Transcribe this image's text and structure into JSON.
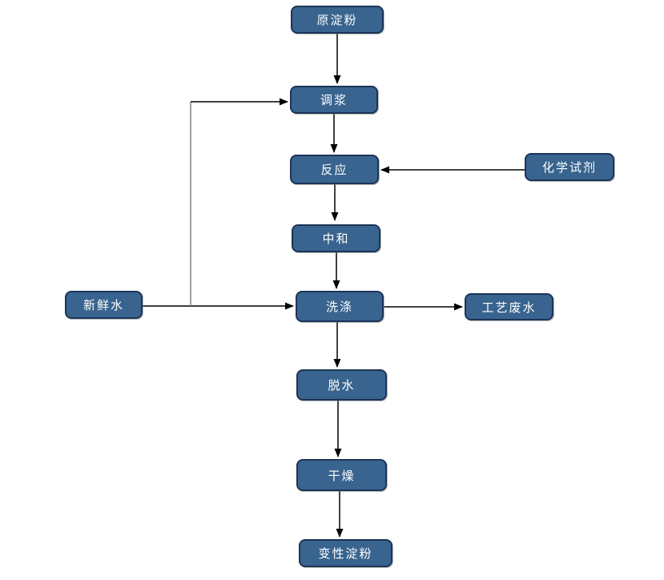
{
  "diagram_title": "Modified starch production process flowchart",
  "colors": {
    "node_fill": "#39648F",
    "node_border": "#1C3557",
    "node_text": "#FFFFFF",
    "edge_color": "#000000",
    "branch_color": "#808080",
    "page_bg": "#FFFFFF"
  },
  "nodes": {
    "raw_starch": {
      "label": "原淀粉"
    },
    "slurry": {
      "label": "调浆"
    },
    "reaction": {
      "label": "反应"
    },
    "chemical": {
      "label": "化学试剂"
    },
    "neutralize": {
      "label": "中和"
    },
    "fresh_water": {
      "label": "新鲜水"
    },
    "washing": {
      "label": "洗涤"
    },
    "wastewater": {
      "label": "工艺废水"
    },
    "dewatering": {
      "label": "脱水"
    },
    "drying": {
      "label": "干燥"
    },
    "modified_starch": {
      "label": "变性淀粉"
    }
  },
  "edges": [
    {
      "from": "原淀粉",
      "to": "调浆",
      "style": "arrow"
    },
    {
      "from": "调浆",
      "to": "反应",
      "style": "arrow"
    },
    {
      "from": "化学试剂",
      "to": "反应",
      "style": "arrow"
    },
    {
      "from": "反应",
      "to": "中和",
      "style": "arrow"
    },
    {
      "from": "中和",
      "to": "洗涤",
      "style": "arrow"
    },
    {
      "from": "新鲜水",
      "to": "洗涤",
      "style": "arrow"
    },
    {
      "from": "新鲜水",
      "to": "调浆",
      "style": "branch-arrow"
    },
    {
      "from": "洗涤",
      "to": "工艺废水",
      "style": "arrow"
    },
    {
      "from": "洗涤",
      "to": "脱水",
      "style": "arrow"
    },
    {
      "from": "脱水",
      "to": "干燥",
      "style": "arrow"
    },
    {
      "from": "干燥",
      "to": "变性淀粉",
      "style": "arrow"
    }
  ]
}
